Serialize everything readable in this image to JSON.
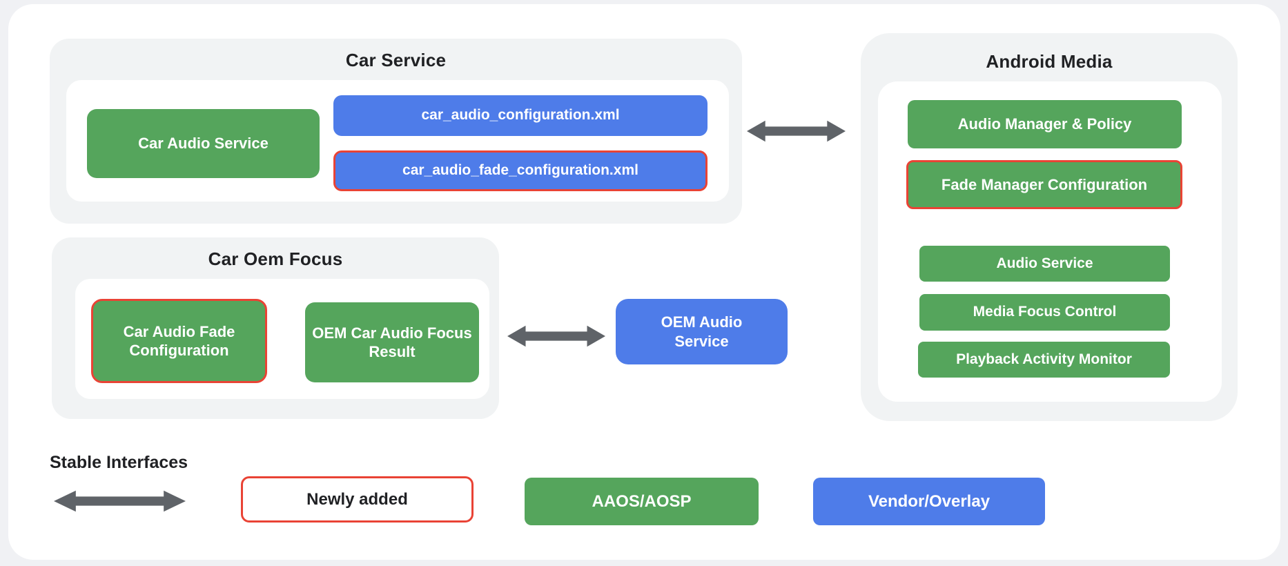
{
  "colors": {
    "page_background": "#F0F1F4",
    "card_background": "#FFFFFF",
    "container_gray": "#F1F3F4",
    "aaos_green": "#55A55C",
    "vendor_blue": "#4E7CE9",
    "newly_added_red": "#E94335",
    "arrow_gray": "#5F6368",
    "text_dark": "#202124",
    "text_white": "#FFFFFF"
  },
  "groups": {
    "car_service": {
      "title": "Car Service",
      "items": {
        "car_audio_service": "Car Audio Service",
        "config_xml": "car_audio_configuration.xml",
        "fade_config_xml": "car_audio_fade_configuration.xml"
      }
    },
    "android_media": {
      "title": "Android Media",
      "items": {
        "audio_manager_policy": "Audio Manager & Policy",
        "fade_manager_configuration": "Fade Manager Configuration",
        "audio_service": "Audio Service",
        "media_focus_control": "Media Focus Control",
        "playback_activity_monitor": "Playback Activity Monitor"
      }
    },
    "car_oem_focus": {
      "title": "Car Oem Focus",
      "items": {
        "car_audio_fade_configuration": "Car Audio Fade Configuration",
        "oem_car_audio_focus_result": "OEM Car Audio Focus Result"
      }
    },
    "oem_audio_service": {
      "label": "OEM Audio Service"
    }
  },
  "legend": {
    "stable_interfaces_label": "Stable Interfaces",
    "newly_added": "Newly added",
    "aaos_aosp": "AAOS/AOSP",
    "vendor_overlay": "Vendor/Overlay"
  }
}
